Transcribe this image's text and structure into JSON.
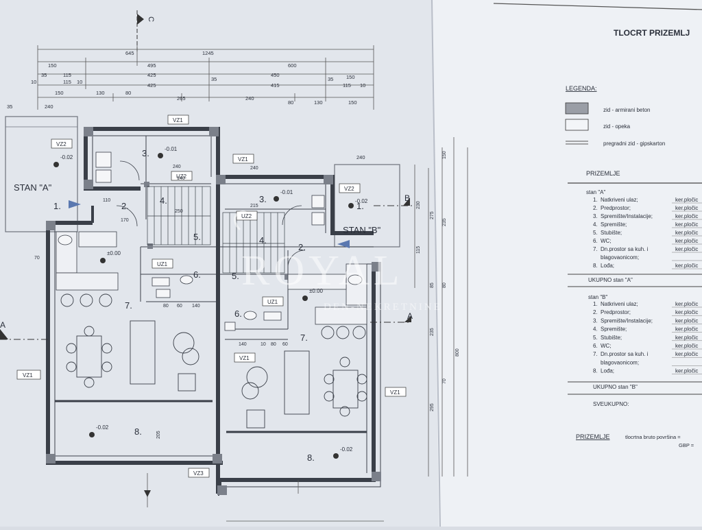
{
  "title": "TLOCRT PRIZEMLJ",
  "section_marker": "C",
  "section_a": "A",
  "section_b": "B",
  "dims_top": {
    "row1": [
      "645",
      "1245"
    ],
    "row2": [
      "150",
      "495",
      "600"
    ],
    "row3": [
      "35",
      "115",
      "425",
      "450",
      "150"
    ],
    "row4": [
      "10",
      "115",
      "10",
      "425",
      "35",
      "415",
      "35",
      "115",
      "10"
    ],
    "row5": [
      "150",
      "130",
      "80",
      "265",
      "240",
      "80",
      "130",
      "150"
    ],
    "stan_a_top": [
      "35",
      "240"
    ],
    "stan_b_top": [
      "240"
    ]
  },
  "dims_right": [
    "150",
    "230",
    "275",
    "115",
    "235",
    "85",
    "80",
    "235",
    "70",
    "295",
    "800"
  ],
  "dims_inner": [
    "240",
    "240",
    "70",
    "140",
    "80",
    "60",
    "140",
    "140",
    "10",
    "80",
    "60",
    "205",
    "110",
    "170",
    "250",
    "215"
  ],
  "legend": {
    "heading": "LEGENDA:",
    "items": [
      {
        "label": "zid - armirani beton",
        "swatch": "#9a9ea6"
      },
      {
        "label": "zid - opeka",
        "swatch": "#f3f5f8"
      },
      {
        "label": "pregradni zid - gipskarton",
        "swatch": "lines"
      }
    ]
  },
  "schedule": {
    "heading": "PRIZEMLJE",
    "stan_a": {
      "label": "stan \"A\"",
      "rows": [
        {
          "no": "1.",
          "name": "Natkriveni ulaz;",
          "finish": "ker.pločic"
        },
        {
          "no": "2.",
          "name": "Predprostor;",
          "finish": "ker.pločic"
        },
        {
          "no": "3.",
          "name": "Spremište/Instalacije;",
          "finish": "ker.pločic"
        },
        {
          "no": "4.",
          "name": "Spremište;",
          "finish": "ker.pločic"
        },
        {
          "no": "5.",
          "name": "Stubište;",
          "finish": "ker.pločic"
        },
        {
          "no": "6.",
          "name": "WC;",
          "finish": "ker.pločic"
        },
        {
          "no": "7.",
          "name": "Dn.prostor sa kuh. i",
          "finish": "ker.pločic"
        },
        {
          "no": "",
          "name": "blagovaonicom;",
          "finish": ""
        },
        {
          "no": "8.",
          "name": "Lođa;",
          "finish": "ker.pločic"
        }
      ],
      "total": "UKUPNO stan \"A\""
    },
    "stan_b": {
      "label": "stan \"B\"",
      "rows": [
        {
          "no": "1.",
          "name": "Natkriveni ulaz;",
          "finish": "ker.pločic"
        },
        {
          "no": "2.",
          "name": "Predprostor;",
          "finish": "ker.pločic"
        },
        {
          "no": "3.",
          "name": "Spremište/Instalacije;",
          "finish": "ker.pločic"
        },
        {
          "no": "4.",
          "name": "Spremište;",
          "finish": "ker.pločic"
        },
        {
          "no": "5.",
          "name": "Stubište;",
          "finish": "ker.pločic"
        },
        {
          "no": "6.",
          "name": "WC;",
          "finish": "ker.pločic"
        },
        {
          "no": "7.",
          "name": "Dn.prostor sa kuh. i",
          "finish": "ker.pločic"
        },
        {
          "no": "",
          "name": "blagovaonicom;",
          "finish": ""
        },
        {
          "no": "8.",
          "name": "Lođa;",
          "finish": "ker.pločic"
        }
      ],
      "total": "UKUPNO stan \"B\""
    },
    "sveukupno": "SVEUKUPNO:",
    "footer_label": "PRIZEMLJE",
    "footer_text": "tlocrtna bruto površina =",
    "footer_gbp": "GBP ="
  },
  "units": {
    "stan_a": "STAN \"A\"",
    "stan_b": "STAN \"B\""
  },
  "rooms_a": [
    "1.",
    "2.",
    "3.",
    "4.",
    "5.",
    "6.",
    "7.",
    "8."
  ],
  "rooms_b": [
    "1.",
    "2.",
    "3.",
    "4.",
    "5.",
    "6.",
    "7.",
    "8."
  ],
  "levels": {
    "a_entry": "-0.02",
    "a_store": "-0.01",
    "a_living": "±0.00",
    "a_loggia": "-0.02",
    "b_entry": "-0.02",
    "b_store": "-0.01",
    "b_living": "±0.00",
    "b_loggia": "-0.02"
  },
  "window_tags": {
    "vz1": "VZ1",
    "vz2": "VZ2",
    "vz3": "VZ3",
    "uz1": "UZ1",
    "uz2": "UZ2"
  },
  "watermark": {
    "brand": "ROYAL",
    "sub": "DEN-NEKRETNINE"
  }
}
